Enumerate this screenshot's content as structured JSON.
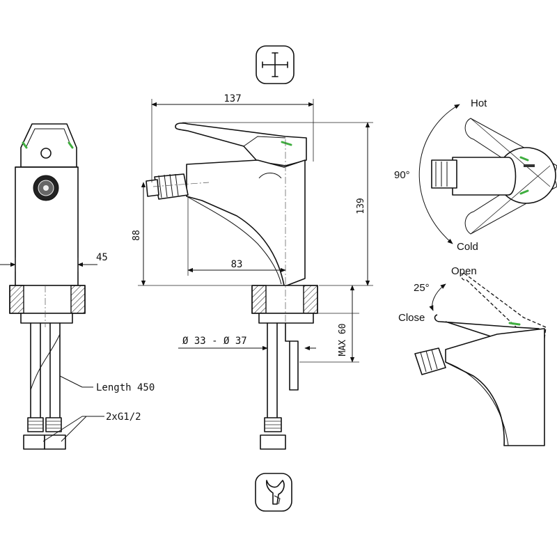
{
  "dimensions": {
    "width_137": "137",
    "height_139": "139",
    "height_88": "88",
    "spout_83": "83",
    "side_45": "45",
    "hole_dia": "Ø 33 - Ø 37",
    "max_60": "MAX 60",
    "hose_length": "Length 450",
    "connection": "2xG1/2"
  },
  "rotation": {
    "angle": "90°",
    "hot": "Hot",
    "cold": "Cold"
  },
  "lever": {
    "angle": "25°",
    "open": "Open",
    "close": "Close"
  },
  "icons": [
    "cross-handle-icon",
    "wrench-hand-icon"
  ],
  "colors": {
    "accent": "#3fae3f",
    "line": "#111111"
  }
}
